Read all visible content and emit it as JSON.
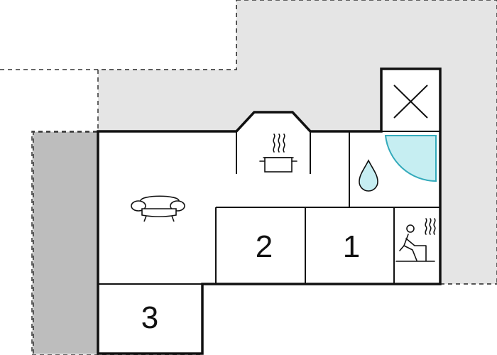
{
  "colors": {
    "terrace": "#e5e5e5",
    "covered": "#bdbdbd",
    "wall": "#111111",
    "floor": "#ffffff",
    "water": "#c6eef2",
    "water_stroke": "#33aabb"
  },
  "icons": {
    "living": "sofa-icon",
    "kitchen": "cooking-pot-icon",
    "bathroom": "water-drop-icon",
    "shower": "shower-icon",
    "technical": "cross-box-icon",
    "sauna": "sauna-icon"
  },
  "rooms": {
    "bedroom_1": "1",
    "bedroom_2": "2",
    "bedroom_3": "3"
  }
}
